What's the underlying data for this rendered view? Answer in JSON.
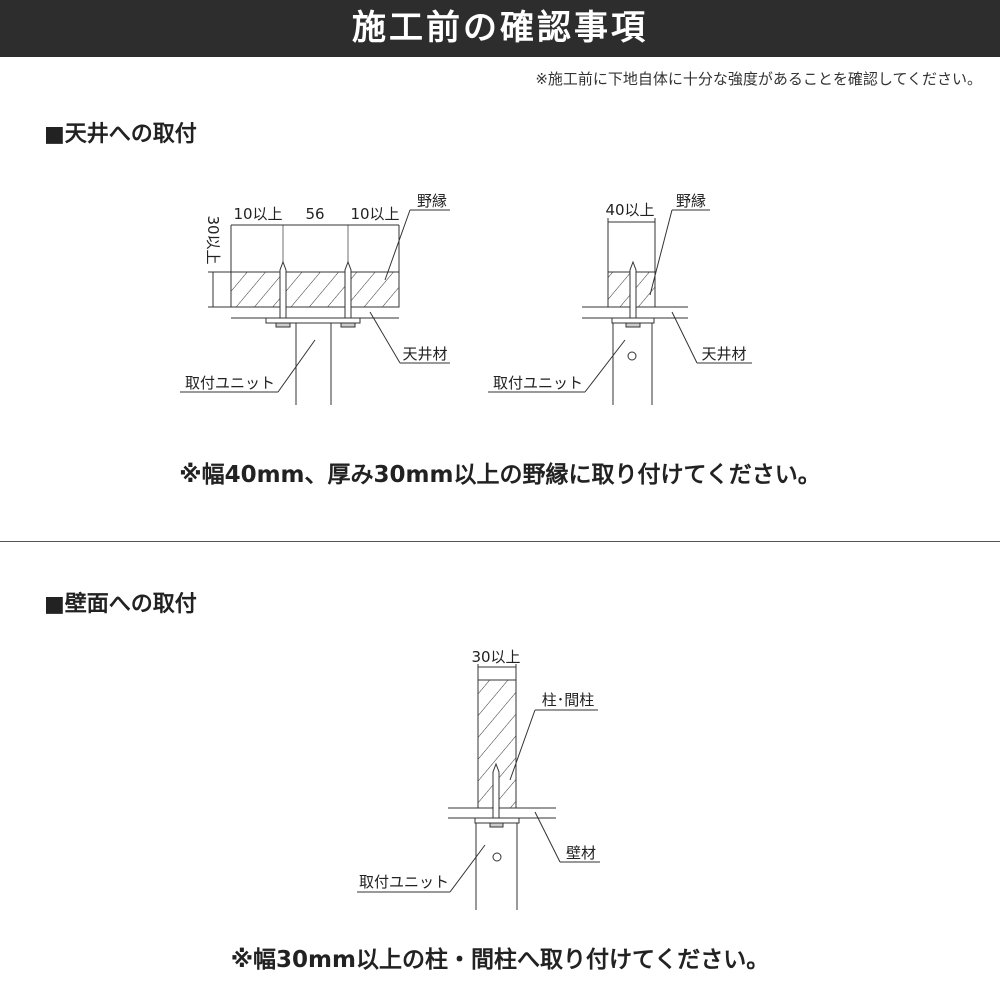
{
  "header": {
    "title": "施工前の確認事項"
  },
  "top_note": "※施工前に下地自体に十分な強度があることを確認してください。",
  "ceiling": {
    "heading": "■天井への取付",
    "dim_left": "10以上",
    "dim_mid": "56",
    "dim_right": "10以上",
    "dim_height": "30以上",
    "label_furring": "野縁",
    "label_ceiling": "天井材",
    "label_unit": "取付ユニット",
    "dim_width2": "40以上",
    "label_furring2": "野縁",
    "label_ceiling2": "天井材",
    "label_unit2": "取付ユニット",
    "caution": "※幅40mm、厚み30mm以上の野縁に取り付けてください。"
  },
  "wall": {
    "heading": "■壁面への取付",
    "dim_width": "30以上",
    "label_stud": "柱･間柱",
    "label_wall": "壁材",
    "label_unit": "取付ユニット",
    "caution": "※幅30mm以上の柱・間柱へ取り付けてください。"
  }
}
